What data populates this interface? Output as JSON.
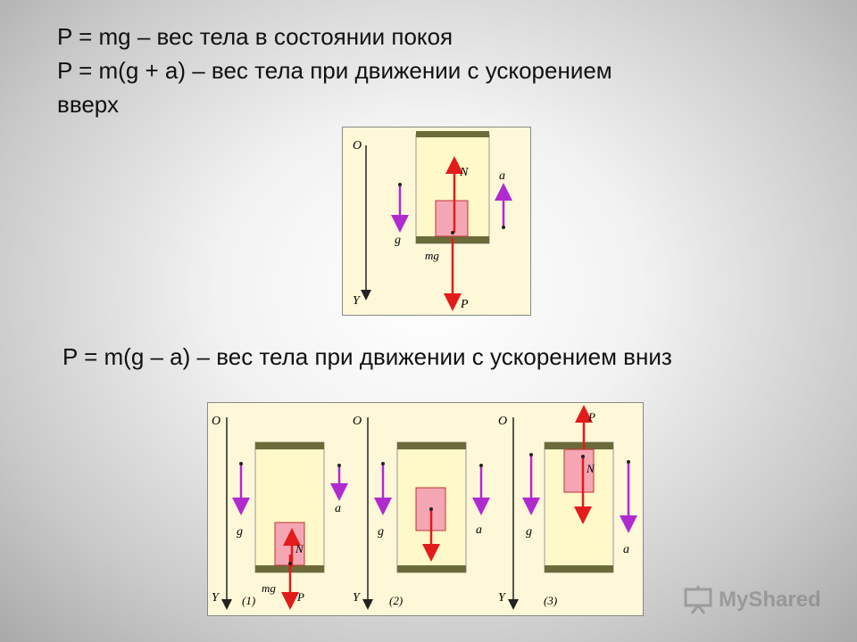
{
  "formulas": {
    "line1": "P = mg – вес тела в состоянии покоя",
    "line2": "P = m(g + a) – вес тела при движении с ускорением",
    "line3": "вверх",
    "line4": "P = m(g – a) – вес тела при движении с ускорением вниз"
  },
  "diagram_top": {
    "origin_label": "O",
    "axis_label": "Y",
    "g_label": "g",
    "a_label": "a",
    "n_label": "N",
    "mg_label": "mg",
    "p_label": "P"
  },
  "diagram_bottom": {
    "origin_label": "O",
    "axis_label": "Y",
    "g_label": "g",
    "a_label": "a",
    "n_label": "N",
    "mg_label": "mg",
    "p_label": "P",
    "case1": "(1)",
    "case2": "(2)",
    "case3": "(3)"
  },
  "watermark": {
    "text": "MyShared"
  },
  "colors": {
    "elevator_fill": "#fff8c8",
    "floor": "#6b6b3a",
    "block": "#f4a6b4",
    "force_arrow": "#e21b1b",
    "vector_arrow": "#b02ad0",
    "axis": "#222222"
  }
}
